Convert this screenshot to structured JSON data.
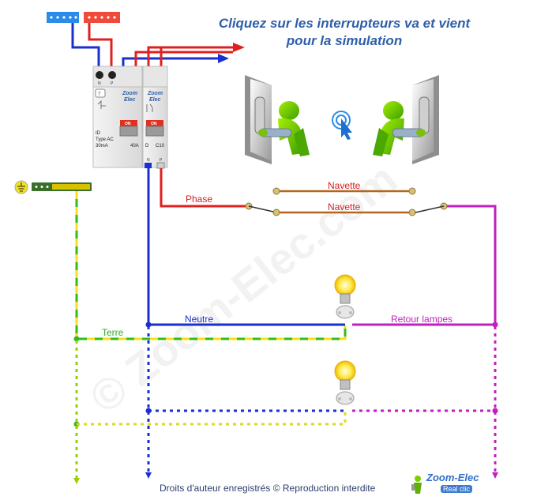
{
  "title": {
    "line1": "Cliquez sur les interrupteurs va et vient",
    "line2": "pour la simulation"
  },
  "labels": {
    "phase": "Phase",
    "navette_top": "Navette",
    "navette_bottom": "Navette",
    "neutre": "Neutre",
    "terre": "Terre",
    "retour_lampes": "Retour lampes"
  },
  "breaker_id": {
    "brand_line1": "Zoom",
    "brand_line2": "Elec",
    "terminal_n": "N",
    "terminal_p": "P",
    "t_button": "T",
    "on": "ON",
    "type_line1": "ID",
    "type_line2": "Type AC",
    "type_line3": "30mA",
    "rating": "40A"
  },
  "breaker_c10": {
    "brand_line1": "Zoom",
    "brand_line2": "Elec",
    "on": "ON",
    "curve_d": "D",
    "rating": "C10",
    "terminal_n": "N",
    "terminal_p": "P"
  },
  "watermark": "© Zoom-Elec.com",
  "footer": "Droits d'auteur enregistrés © Reproduction interdite",
  "logo": {
    "name": "Zoom-Elec",
    "tagline": "Real clic"
  },
  "colors": {
    "phase": "#e02020",
    "neutre": "#1a2fd0",
    "terre_green": "#33bb22",
    "terre_yellow": "#f2e21a",
    "navette": "#b5651d",
    "retour": "#c020c0",
    "title": "#2f5fa8",
    "blue_bar": "#2b8be6",
    "red_bar": "#ef4b3a",
    "earth_bar": "#3a6e2a",
    "figure_green": "#5fd000"
  }
}
